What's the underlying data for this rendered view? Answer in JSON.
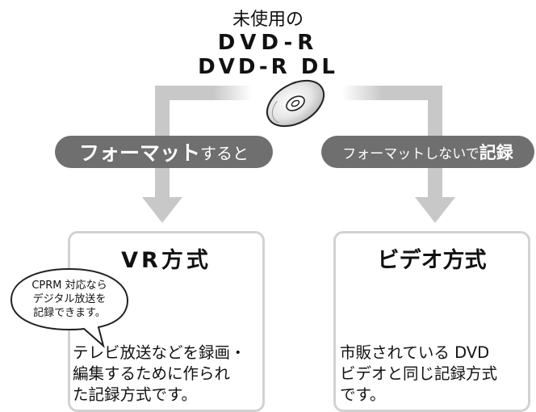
{
  "header": {
    "unused_label": "未使用の",
    "disc_type_1": "DVD-R",
    "disc_type_2": "DVD-R DL"
  },
  "left_branch": {
    "pill_strong": "フォーマット",
    "pill_rest": "すると",
    "box_title": "VR方式",
    "description_lines": [
      "テレビ放送などを録画・",
      "編集するために作られ",
      "た記録方式です。"
    ],
    "bubble_lines": [
      "CPRM 対応なら",
      "デジタル放送を",
      "記録できます。"
    ]
  },
  "right_branch": {
    "pill_rest": "フォーマットしないで",
    "pill_strong": "記録",
    "box_title": "ビデオ方式",
    "description_lines": [
      "市販されている DVD",
      "ビデオと同じ記録方式",
      "です。"
    ]
  },
  "icons": [
    "disc-icon",
    "disc-icon",
    "disc-icon"
  ],
  "colors": {
    "pill": "#6f6f6f",
    "connector": "#c8c8c8",
    "box_border": "#d2d2d2"
  }
}
